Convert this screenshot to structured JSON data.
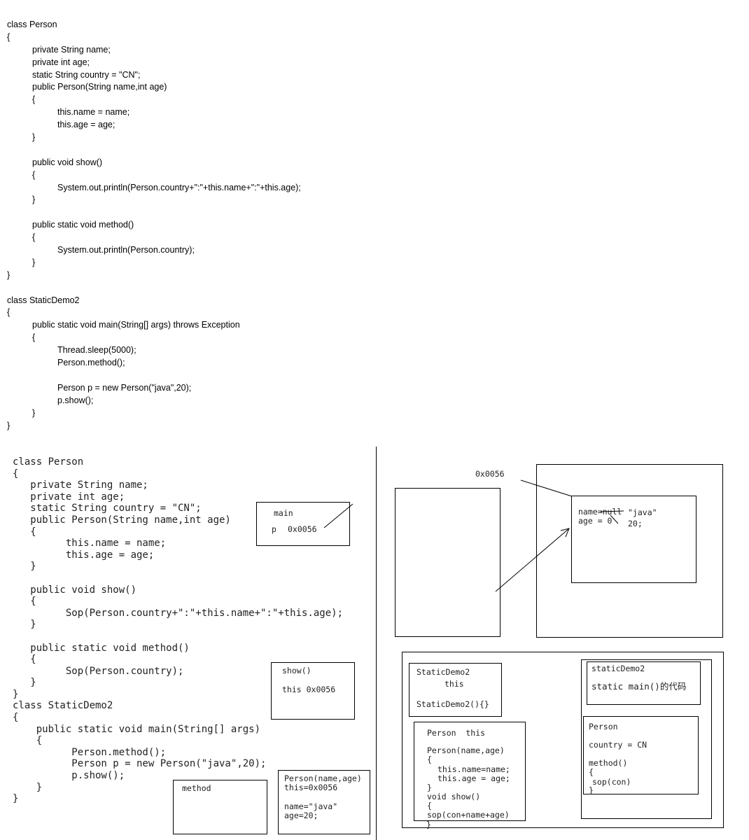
{
  "top_code": [
    {
      "indent": 0,
      "text": "class Person"
    },
    {
      "indent": 0,
      "text": "{"
    },
    {
      "indent": 1,
      "text": "private String name;"
    },
    {
      "indent": 1,
      "text": "private int age;"
    },
    {
      "indent": 1,
      "text": "static String country = \"CN\";"
    },
    {
      "indent": 1,
      "text": "public Person(String name,int age)"
    },
    {
      "indent": 1,
      "text": "{"
    },
    {
      "indent": 2,
      "text": "this.name = name;"
    },
    {
      "indent": 2,
      "text": "this.age = age;"
    },
    {
      "indent": 1,
      "text": "}"
    },
    {
      "indent": 0,
      "text": ""
    },
    {
      "indent": 1,
      "text": "public void show()"
    },
    {
      "indent": 1,
      "text": "{"
    },
    {
      "indent": 2,
      "text": "System.out.println(Person.country+\":\"+this.name+\":\"+this.age);"
    },
    {
      "indent": 1,
      "text": "}"
    },
    {
      "indent": 0,
      "text": ""
    },
    {
      "indent": 1,
      "text": "public static void method()"
    },
    {
      "indent": 1,
      "text": "{"
    },
    {
      "indent": 2,
      "text": "System.out.println(Person.country);"
    },
    {
      "indent": 1,
      "text": "}"
    },
    {
      "indent": 0,
      "text": "}"
    },
    {
      "indent": 0,
      "text": ""
    },
    {
      "indent": 0,
      "text": "class StaticDemo2"
    },
    {
      "indent": 0,
      "text": "{"
    },
    {
      "indent": 1,
      "text": "public static void main(String[] args) throws Exception"
    },
    {
      "indent": 1,
      "text": "{"
    },
    {
      "indent": 2,
      "text": "Thread.sleep(5000);"
    },
    {
      "indent": 2,
      "text": "Person.method();"
    },
    {
      "indent": 0,
      "text": ""
    },
    {
      "indent": 2,
      "text": "Person p = new Person(\"java\",20);"
    },
    {
      "indent": 2,
      "text": "p.show();"
    },
    {
      "indent": 1,
      "text": "}"
    },
    {
      "indent": 0,
      "text": "}"
    }
  ],
  "hand_code": [
    "class Person",
    "{",
    "   private String name;",
    "   private int age;",
    "   static String country = \"CN\";",
    "   public Person(String name,int age)",
    "   {",
    "         this.name = name;",
    "         this.age = age;",
    "   }",
    "",
    "   public void show()",
    "   {",
    "         Sop(Person.country+\":\"+this.name+\":\"+this.age);",
    "   }",
    "",
    "   public static void method()",
    "   {",
    "         Sop(Person.country);",
    "   }",
    "}",
    "class StaticDemo2",
    "{",
    "    public static void main(String[] args)",
    "    {",
    "          Person.method();",
    "          Person p = new Person(\"java\",20);",
    "          p.show();",
    "    }",
    "}"
  ],
  "stack": {
    "main_label": "main",
    "p_var": "p",
    "p_addr": "0x0056",
    "show_label": "show()",
    "show_this": "this 0x0056",
    "method_label": "method",
    "ctor_label": "Person(name,age)",
    "ctor_this": "this=0x0056",
    "ctor_name": "name=\"java\"",
    "ctor_age": "age=20;"
  },
  "heap": {
    "addr": "0x0056",
    "field_name": "name=null",
    "field_name_new": "\"java\"",
    "field_age": "age = 0",
    "field_age_new": "20;"
  },
  "method_area": {
    "sd2_title": "StaticDemo2",
    "sd2_this": "this",
    "sd2_ctor": "StaticDemo2(){}",
    "person_title": "Person  this",
    "person_ctor": "Person(name,age)",
    "person_ctor_open": "{",
    "person_ctor_l1": "this.name=name;",
    "person_ctor_l2": "this.age = age;",
    "person_ctor_close": "}",
    "person_show": "void show()",
    "person_show_open": "{",
    "person_show_body": "sop(con+name+age)",
    "person_show_close": "}",
    "static_sd2_title": "staticDemo2",
    "static_sd2_main": "static main()的代码",
    "static_person_title": "Person",
    "static_person_country": "country = CN",
    "static_person_method": "method()",
    "static_person_open": "{",
    "static_person_body": "sop(con)",
    "static_person_close": "}"
  }
}
